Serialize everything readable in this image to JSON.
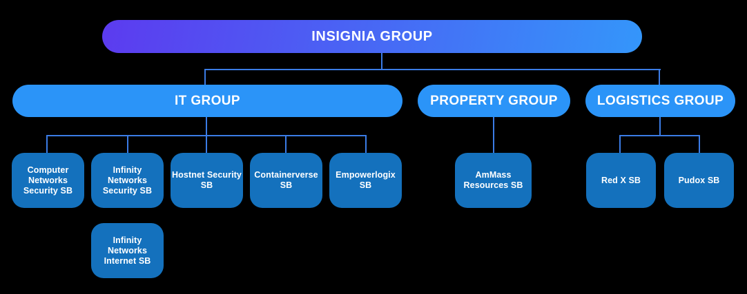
{
  "diagram_type": "org-chart",
  "chart": {
    "root": {
      "label": "INSIGNIA GROUP"
    },
    "groups": [
      {
        "label": "IT GROUP",
        "children": [
          {
            "label": "Computer Networks Security SB"
          },
          {
            "label": "Infinity Networks Security SB",
            "children": [
              {
                "label": "Infinity Networks Internet SB"
              }
            ]
          },
          {
            "label": "Hostnet Security SB"
          },
          {
            "label": "Containerverse SB"
          },
          {
            "label": "Empowerlogix SB"
          }
        ]
      },
      {
        "label": "PROPERTY GROUP",
        "children": [
          {
            "label": "AmMass Resources SB"
          }
        ]
      },
      {
        "label": "LOGISTICS GROUP",
        "children": [
          {
            "label": "Red X SB"
          },
          {
            "label": "Pudox SB"
          }
        ]
      }
    ]
  },
  "colors": {
    "background": "#000000",
    "root_gradient_start": "#5c3bef",
    "root_gradient_mid": "#4a63f4",
    "root_gradient_end": "#3496fa",
    "group_pill": "#2b94f8",
    "subsidiary_box": "#1471bd",
    "connector": "#3b7ce6",
    "text": "#ffffff"
  }
}
